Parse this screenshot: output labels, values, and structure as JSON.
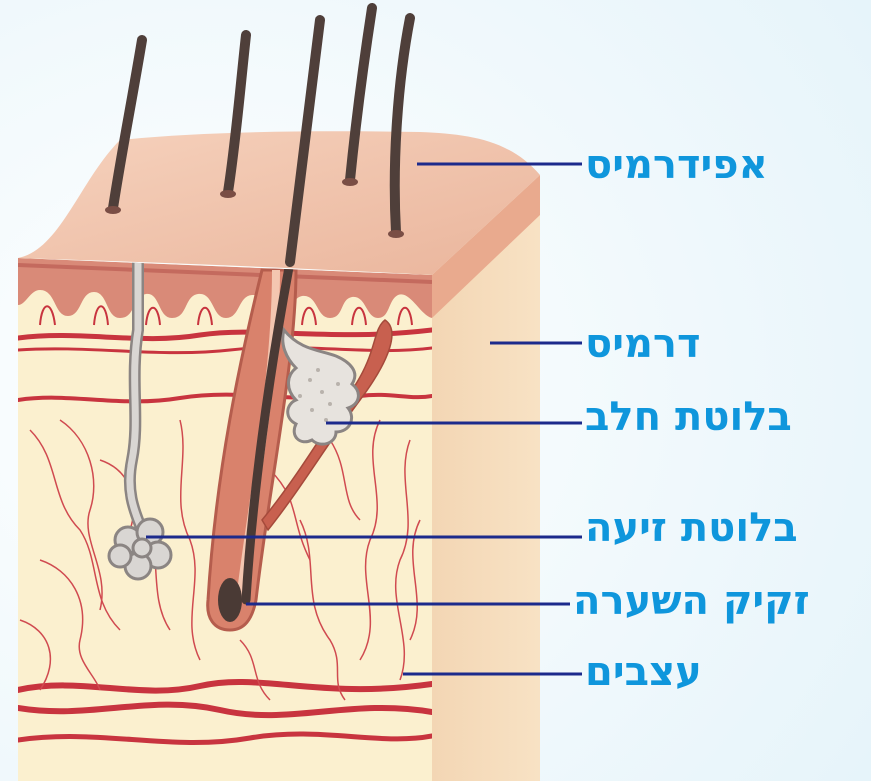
{
  "diagram": {
    "labels": {
      "epidermis": "אפידרמיס",
      "dermis": "דרמיס",
      "sebaceous_gland": "בלוטת חלב",
      "sweat_gland": "בלוטת זיעה",
      "hair_follicle": "זקיק השערה",
      "nerves": "עצבים"
    },
    "colors": {
      "label_text": "#0f96dc",
      "leader_line": "#1c2a8c",
      "background": "#f3fafd",
      "epidermis": "#f1c4ad",
      "dermis": "#fbf0cf",
      "vessels": "#c8343f",
      "hair": "#4a3a35"
    }
  }
}
